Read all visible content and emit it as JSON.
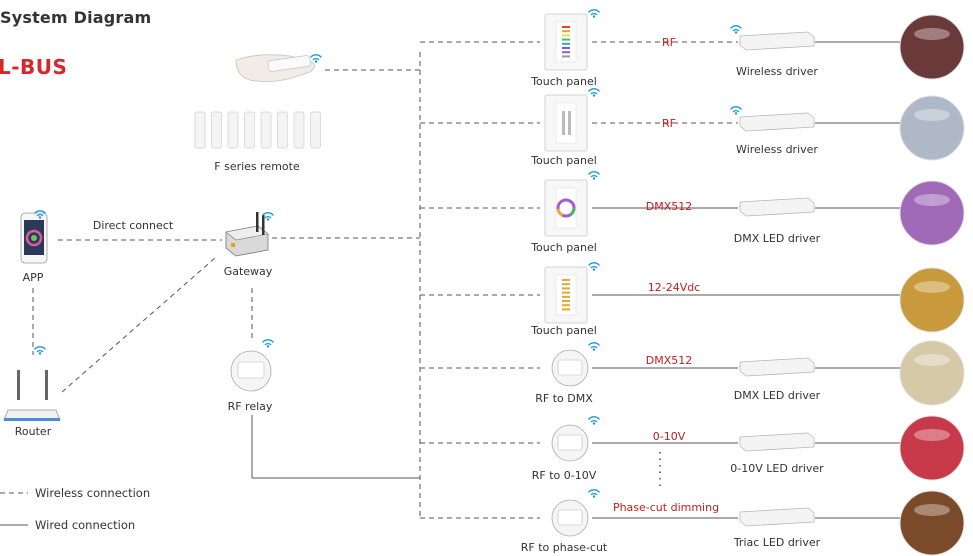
{
  "title": "System Diagram",
  "brand": "L-BUS",
  "colors": {
    "accent": "#c41e1e",
    "wifi": "#1a9ad6",
    "line": "#555555",
    "brand": "#d9262b"
  },
  "nodes": {
    "f_remote": "F series remote",
    "app": "APP",
    "router": "Router",
    "gateway": "Gateway",
    "rf_relay": "RF relay"
  },
  "direct_connect": "Direct connect",
  "rows": [
    {
      "device": "Touch panel",
      "signal": "RF",
      "driver": "Wireless driver",
      "wired": false,
      "scene_color": "#6a3a3a"
    },
    {
      "device": "Touch panel",
      "signal": "RF",
      "driver": "Wireless driver",
      "wired": false,
      "scene_color": "#aeb8c6"
    },
    {
      "device": "Touch panel",
      "signal": "DMX512",
      "driver": "DMX LED driver",
      "wired": true,
      "scene_color": "#a06ab8"
    },
    {
      "device": "Touch panel",
      "signal": "12-24Vdc",
      "driver": "",
      "wired": true,
      "scene_color": "#c89a3c"
    },
    {
      "device": "RF to DMX",
      "signal": "DMX512",
      "driver": "DMX LED driver",
      "wired": true,
      "scene_color": "#d6c9a8"
    },
    {
      "device": "RF to 0-10V",
      "signal": "0-10V",
      "driver": "0-10V LED driver",
      "wired": true,
      "scene_color": "#c83a4a"
    },
    {
      "device": "RF to phase-cut",
      "signal": "Phase-cut dimming",
      "driver": "Triac LED driver",
      "wired": true,
      "scene_color": "#7a4a2a"
    }
  ],
  "legend": {
    "wireless": "Wireless connection",
    "wired": "Wired connection"
  }
}
